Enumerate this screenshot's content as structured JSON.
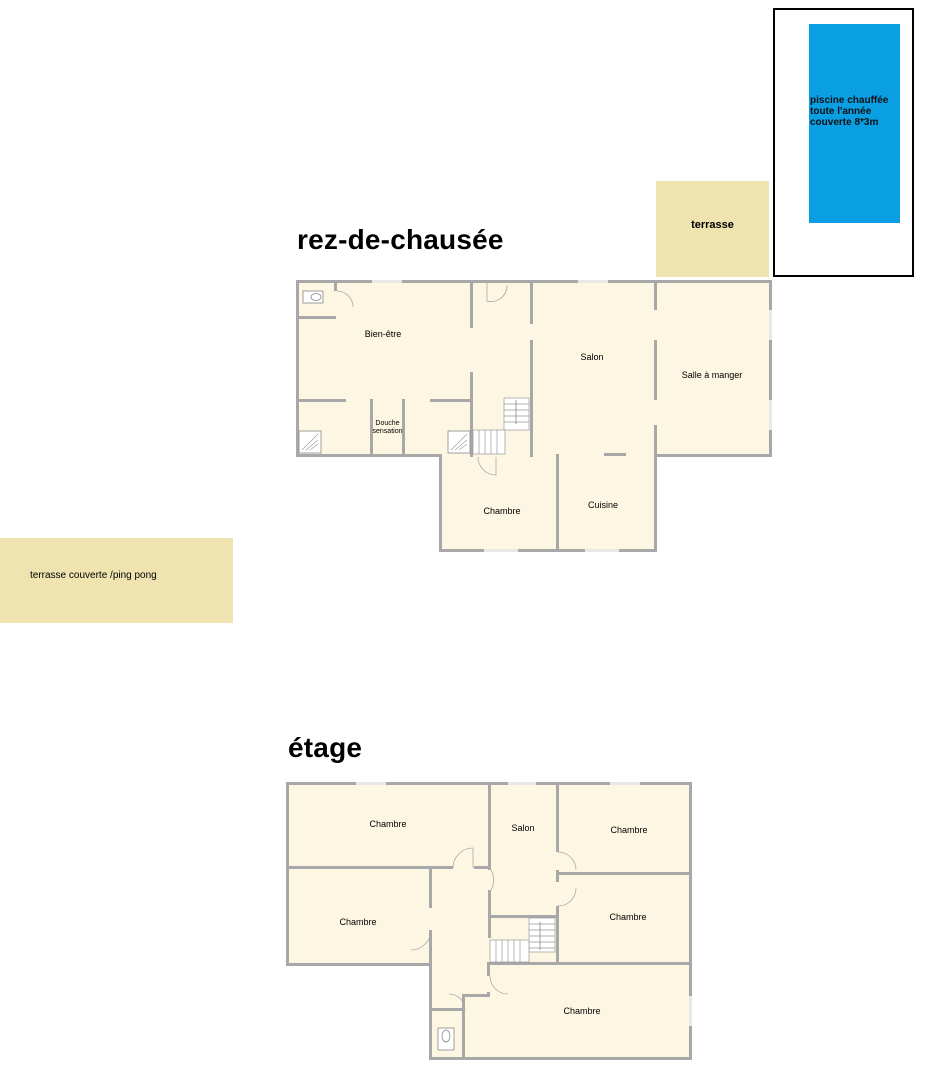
{
  "pool": {
    "line1": "piscine chauffée",
    "line2": "toute l'année",
    "line3": "couverte 8*3m"
  },
  "terrace_top": "terrasse",
  "terrace_covered": "terrasse couverte /ping pong",
  "ground_floor": {
    "title": "rez-de-chausée",
    "rooms": {
      "wellness": "Bien-être",
      "shower_line1": "Douche",
      "shower_line2": "sensation",
      "living": "Salon",
      "dining": "Salle à manger",
      "bedroom": "Chambre",
      "kitchen": "Cuisine"
    }
  },
  "upper_floor": {
    "title": "étage",
    "rooms": {
      "bedroom_top_left": "Chambre",
      "living": "Salon",
      "bedroom_top_right": "Chambre",
      "bedroom_mid_left": "Chambre",
      "bedroom_mid_right": "Chambre",
      "bedroom_bottom": "Chambre"
    }
  },
  "colors": {
    "room_fill": "#fdf6e3",
    "wall": "#a8a8a8",
    "terrace": "#efe4b0",
    "pool": "#0a9ee3"
  }
}
